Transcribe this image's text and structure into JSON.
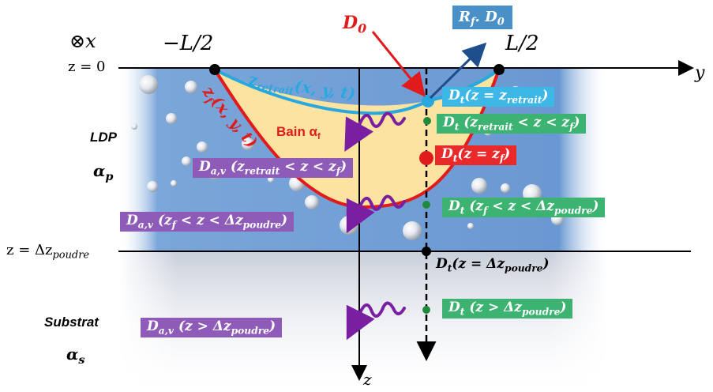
{
  "coords": {
    "x_axis_symbol": "⊗x",
    "y_axis": "y",
    "z_axis": "z",
    "z_zero": "z = 0",
    "z_powder_pre": "z = Δz",
    "z_powder_sub": "poudre",
    "minus_half_L": "−L/2",
    "half_L": "L/2"
  },
  "beam": {
    "incident_label": "D",
    "incident_sub": "0",
    "reflected_pre": "R",
    "reflected_sub": "f",
    "reflected_post": ". D",
    "reflected_sub2": "0"
  },
  "layers": {
    "ldp_label": "LDP",
    "ldp_alpha": "α",
    "ldp_alpha_sub": "p",
    "substrat_label": "Substrat",
    "substrat_alpha": "α",
    "substrat_alpha_sub": "s"
  },
  "bath": {
    "label": "Bain α",
    "label_sub": "f",
    "retrait_curve_pre": "z",
    "retrait_curve_sub": "retrait",
    "retrait_curve_post": "(x, y, t)",
    "front_curve_pre": "z",
    "front_curve_sub": "f",
    "front_curve_post": "(x, y, t)"
  },
  "right_labels": [
    {
      "pre": "D",
      "sub": "t",
      "body": "(z = z",
      "bsub": "retrait",
      "tail": ")",
      "color": "cyan"
    },
    {
      "pre": "D",
      "sub": "t",
      "body": " (z",
      "bsub": "retrait",
      "tail": " < z < z",
      "tsub": "f",
      "end": ")",
      "color": "green"
    },
    {
      "pre": "D",
      "sub": "t",
      "body": "(z = z",
      "bsub": "f",
      "tail": ")",
      "color": "red"
    },
    {
      "pre": "D",
      "sub": "t",
      "body": " (z",
      "bsub": "f",
      "tail": " < z < Δz",
      "tsub": "poudre",
      "end": ")",
      "color": "green"
    },
    {
      "pre": "D",
      "sub": "t",
      "body": "(z = Δz",
      "bsub": "poudre",
      "tail": ")",
      "color": "none"
    },
    {
      "pre": "D",
      "sub": "t",
      "body": " (z > Δz",
      "bsub": "poudre",
      "tail": ")",
      "color": "green"
    }
  ],
  "left_labels": [
    {
      "pre": "D",
      "sub": "a,v",
      "body": " (z",
      "bsub": "retrait",
      "tail": " < z < z",
      "tsub": "f",
      "end": ")"
    },
    {
      "pre": "D",
      "sub": "a,v",
      "body": " (z",
      "bsub": "f",
      "tail": " < z < Δz",
      "tsub": "poudre",
      "end": ")"
    },
    {
      "pre": "D",
      "sub": "a,v",
      "body": " (z > Δz",
      "bsub": "poudre",
      "tail": ")"
    }
  ],
  "colors": {
    "powder_bg": "#6f9fd6",
    "substrate_bg": "#cdd3de",
    "bath_fill": "#fde3a0",
    "retrait_curve": "#29a8e0",
    "front_curve": "#e11b1b",
    "incident_arrow": "#e11b1b",
    "reflected_arrow": "#1f4e8c",
    "wave": "#7a1fa2"
  }
}
